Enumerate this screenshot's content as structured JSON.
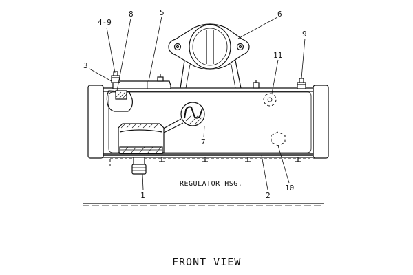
{
  "diagram": {
    "callouts": {
      "c1": "1",
      "c2": "2",
      "c3": "3",
      "c4_9": "4-9",
      "c5": "5",
      "c6": "6",
      "c7": "7",
      "c8": "8",
      "c9": "9",
      "c10": "10",
      "c11": "11"
    },
    "housing_label": "REGULATOR HSG.",
    "caption": "FRONT VIEW"
  }
}
